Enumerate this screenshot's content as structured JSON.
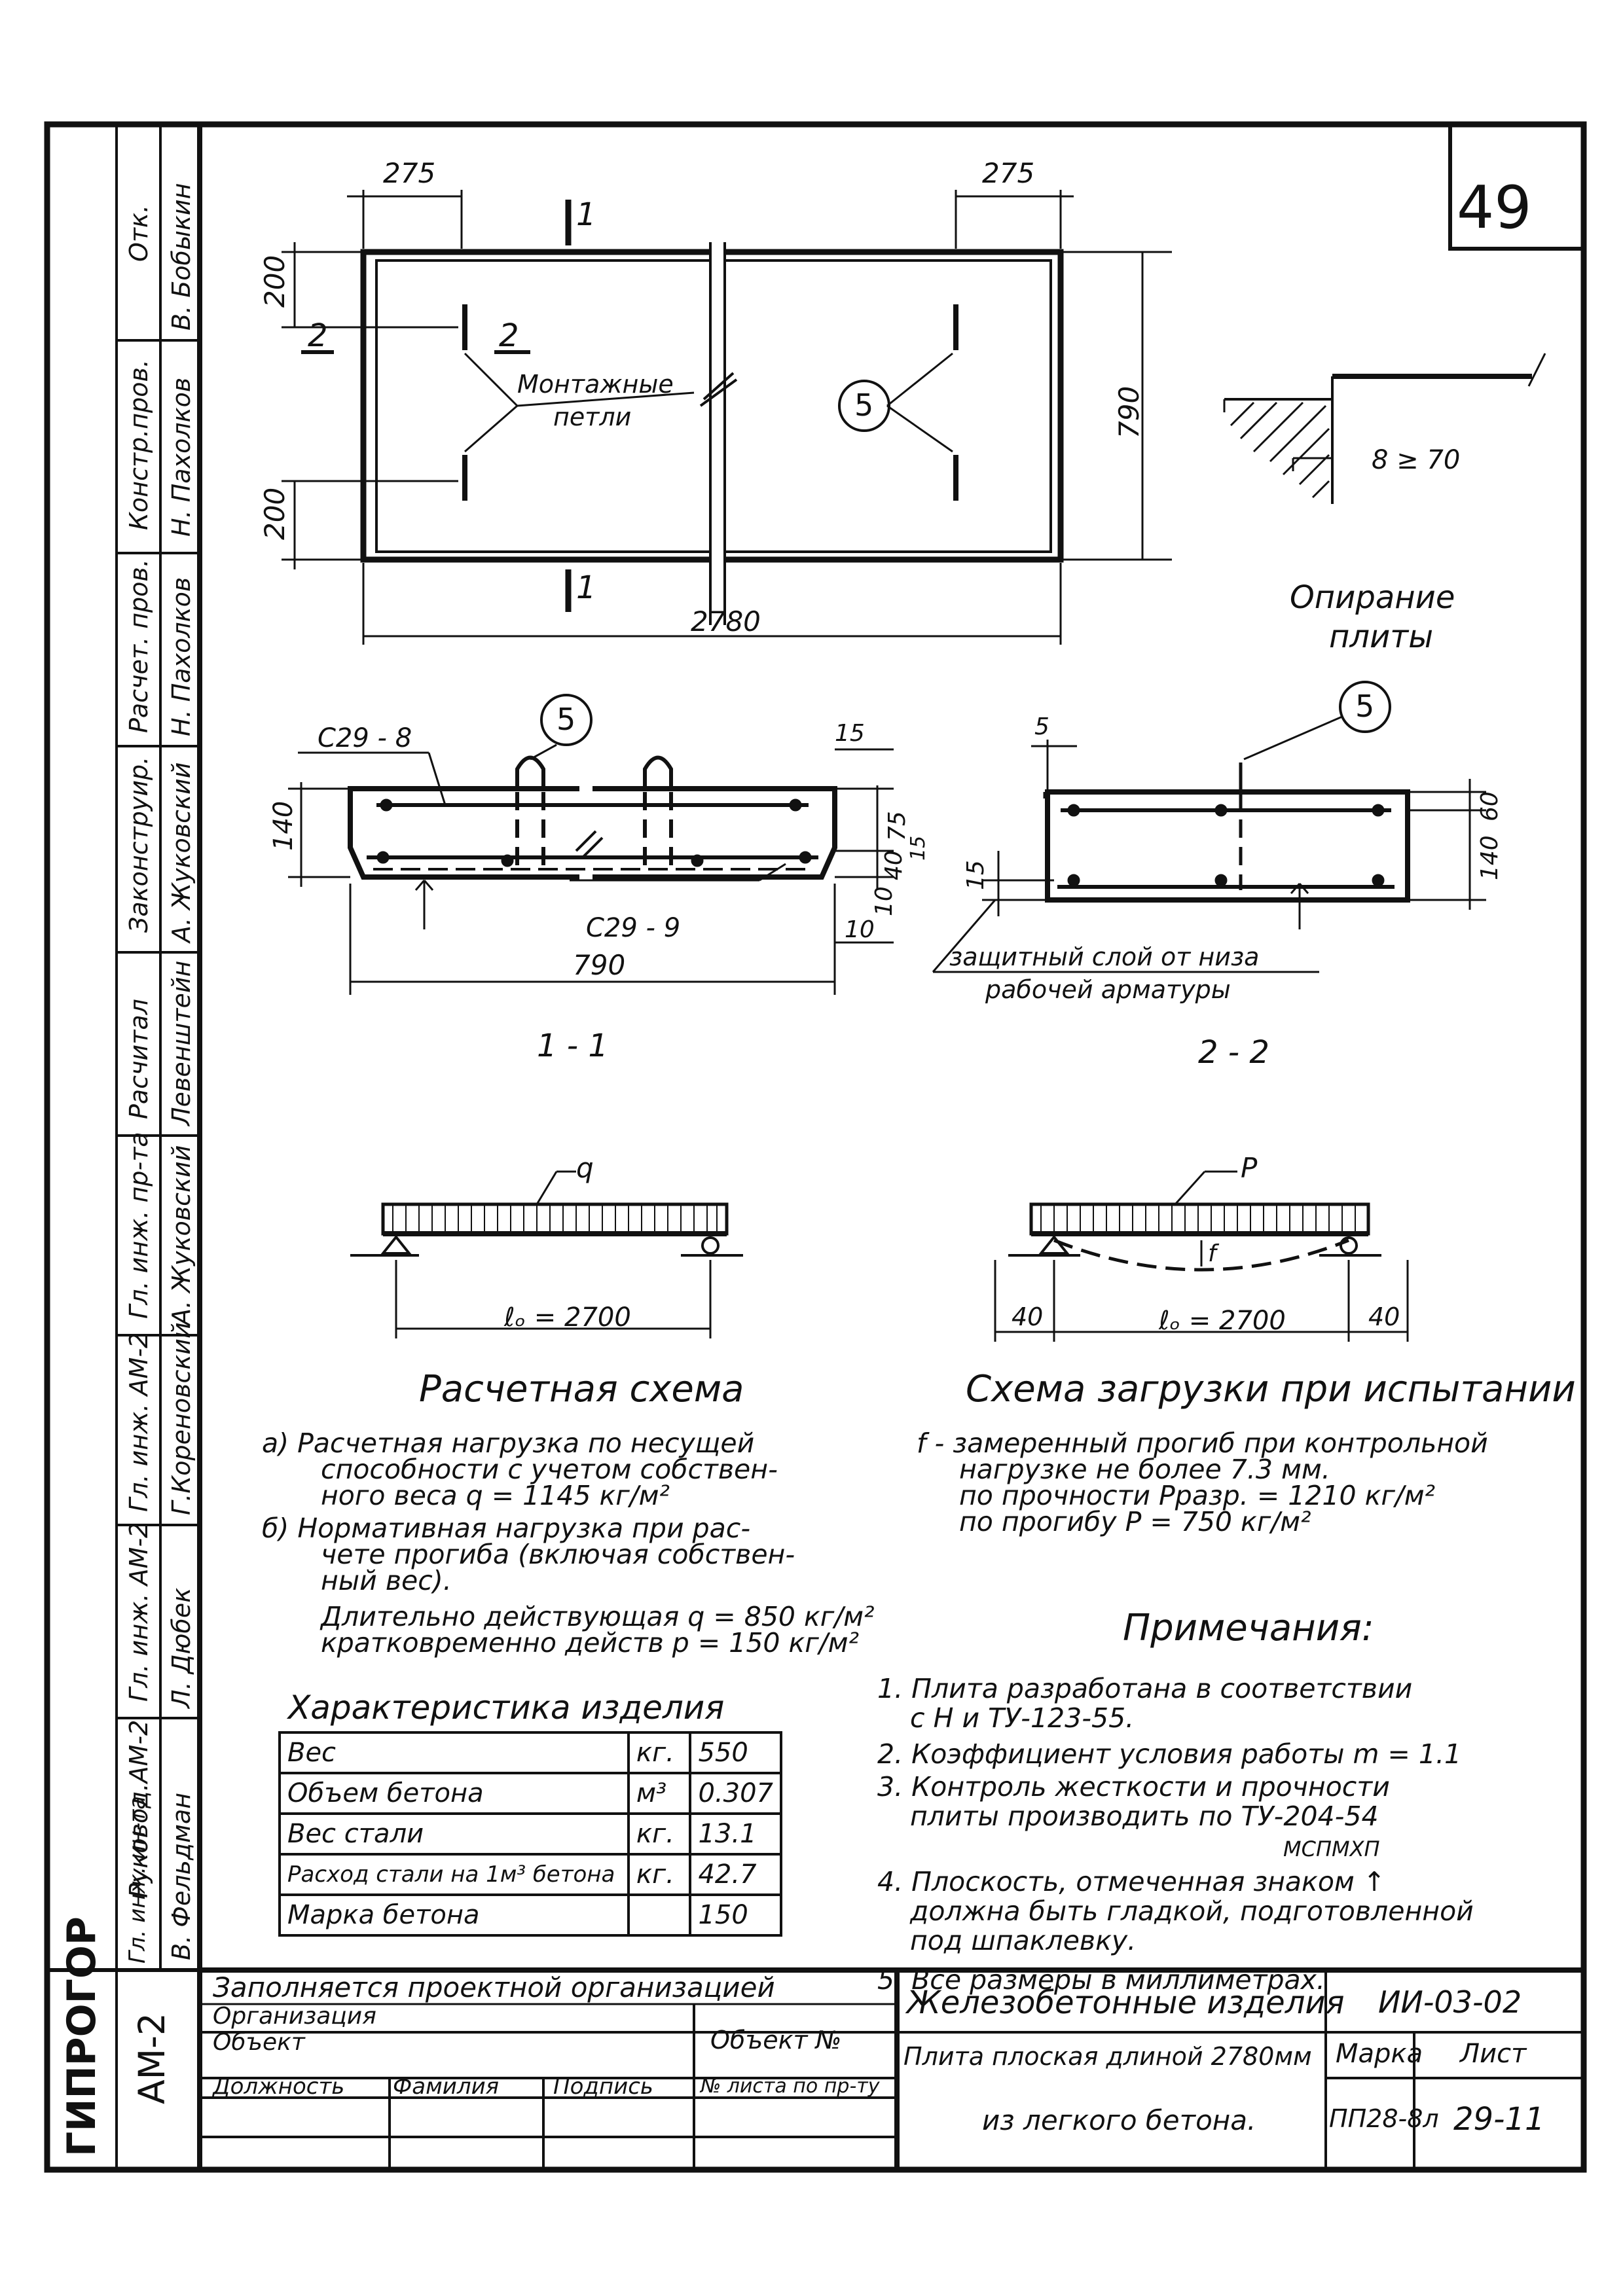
{
  "sheet_number": "49",
  "sidebar": {
    "org": "ГИПРОГОР",
    "dept": "АМ-2",
    "positions": [
      "Отк.",
      "Констр.пров.",
      "Расчет. пров.",
      "Законструир.",
      "Расчитал",
      "Гл. инж. пр-та",
      "Гл. инж. АМ-2",
      "Гл. инж. АМ-2",
      "Руковод.АМ-2",
      "Гл. инж. ин-та"
    ],
    "names": [
      "В. Бобыкин",
      "Н. Пахолков",
      "Н. Пахолков",
      "А. Жуковский",
      "Левенштейн",
      "А. Жуковский",
      "Г.Кореновский",
      "Л. Дюбек",
      "В. Фельдман"
    ]
  },
  "plan": {
    "dim_left": "275",
    "dim_right": "275",
    "dim_top": "200",
    "dim_bottom": "200",
    "dim_height": "790",
    "dim_length": "2780",
    "section_mark": "1",
    "section_mark_b": "1",
    "section_2_left": "2",
    "section_2_right": "2",
    "loops_label": "Монтажные",
    "loops_label2": "петли",
    "callout": "5"
  },
  "support": {
    "dim": "8 ≥ 70",
    "caption": "Опирание",
    "caption2": "плиты"
  },
  "section1": {
    "title": "1 - 1",
    "callout": "5",
    "rebar_top": "С29 - 8",
    "rebar_bottom": "С29 - 9",
    "dim_height": "140",
    "dim_width": "790",
    "dim_15": "15",
    "dim_75": "75",
    "dim_15b": "15",
    "dim_40": "40",
    "dim_10": "10",
    "dim_10b": "10"
  },
  "section2": {
    "title": "2 - 2",
    "callout": "5",
    "dim_5": "5",
    "dim_60": "60",
    "dim_140": "140",
    "dim_15": "15",
    "cover_label": "защитный слой от низа",
    "cover_label2": "рабочей арматуры"
  },
  "calc_scheme": {
    "load": "q",
    "span": "ℓₒ = 2700",
    "title": "Расчетная схема",
    "notes": [
      "а)  Расчетная нагрузка по несущей",
      "способности с учетом собствен-",
      "ного веса q = 1145 кг/м²",
      "б)  Нормативная нагрузка при рас-",
      "чете прогиба (включая собствен-",
      "ный вес).",
      "Длительно действующая q = 850 кг/м²",
      "кратковременно действ p = 150 кг/м²"
    ]
  },
  "test_scheme": {
    "load": "P",
    "span": "ℓₒ = 2700",
    "dim_left": "40",
    "dim_right": "40",
    "deflection": "f",
    "title": "Схема загрузки при испытании",
    "notes": [
      "f - замеренный прогиб при контрольной",
      "нагрузке не более 7.3 мм.",
      "по прочности Pразр. = 1210 кг/м²",
      "по прогибу  P = 750 кг/м²"
    ]
  },
  "characteristics": {
    "title": "Характеристика изделия",
    "rows": [
      [
        "Вес",
        "кг.",
        "550"
      ],
      [
        "Объем бетона",
        "м³",
        "0.307"
      ],
      [
        "Вес стали",
        "кг.",
        "13.1"
      ],
      [
        "Расход стали на 1м³ бетона",
        "кг.",
        "42.7"
      ],
      [
        "Марка бетона",
        "",
        "150"
      ]
    ]
  },
  "remarks": {
    "title": "Примечания:",
    "items": [
      "1. Плита разработана в соответствии",
      "с Н и ТУ-123-55.",
      "2. Коэффициент условия работы m = 1.1",
      "3. Контроль жесткости и прочности",
      "плиты производить по ТУ-204-54",
      "МСПМХП",
      "4. Плоскость, отмеченная знаком ↑",
      "должна быть гладкой, подготовленной",
      "под шпаклевку.",
      "5. Все размеры в миллиметрах."
    ]
  },
  "stamp": {
    "filled_by": "Заполняется проектной организацией",
    "org_label": "Организация",
    "object_label": "Объект",
    "object_no": "Объект №",
    "position": "Должность",
    "surname": "Фамилия",
    "signature": "Подпись",
    "sheet_no": "№ листа по пр-ту",
    "series": "Железобетонные изделия",
    "code": "ИИ-03-02",
    "description": "Плита плоская длиной 2780мм",
    "description2": "из легкого бетона.",
    "mark_label": "Марка",
    "mark": "ПП28-8л",
    "sheet_label": "Лист",
    "sheet": "29-11"
  }
}
